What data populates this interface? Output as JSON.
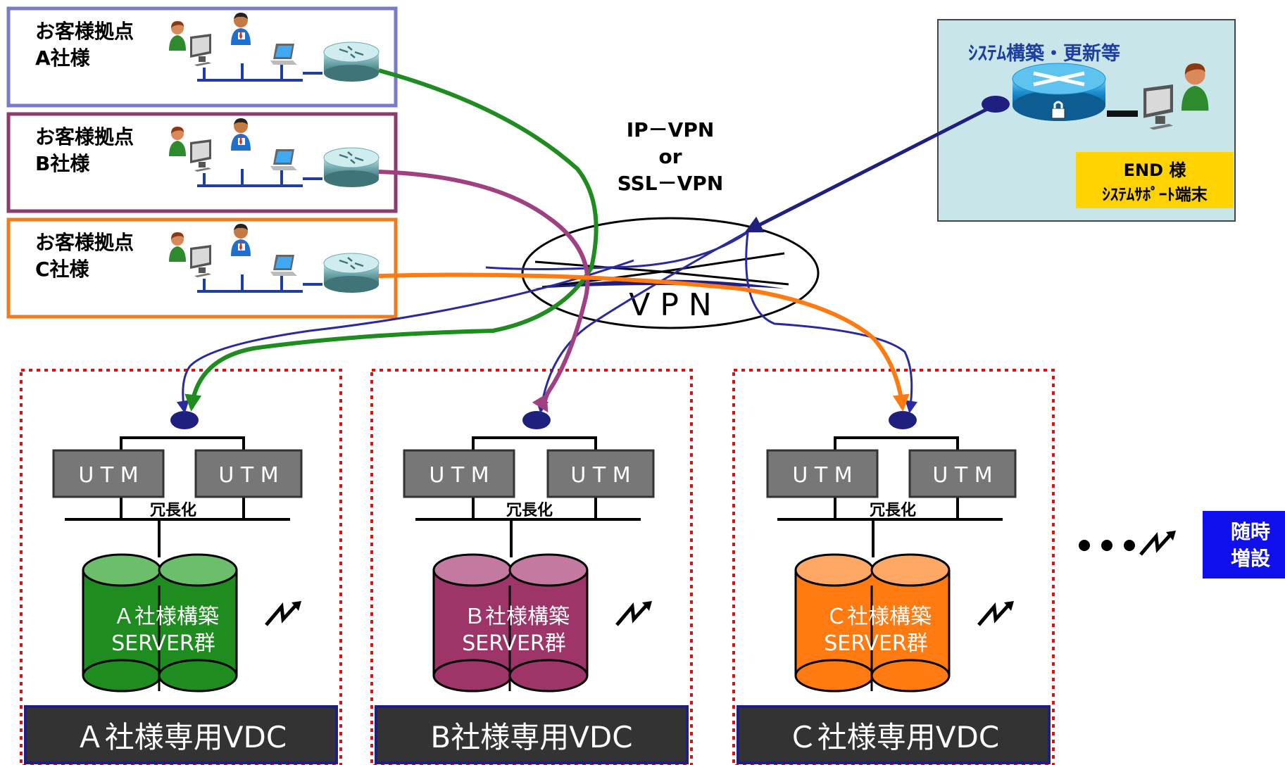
{
  "colors": {
    "site_a": "#7a7acc",
    "site_b": "#8b3a72",
    "site_c": "#f07a1e",
    "line_a": "#1e8c1e",
    "line_b": "#a04080",
    "line_c": "#ff7a10",
    "line_admin": "#1f1f80",
    "vdc_border": "#e01010",
    "utm_fill": "#777777",
    "footer_fill": "#333333",
    "db_a": "#1e8c1e",
    "db_b": "#9e3568",
    "db_c": "#ff7a10",
    "admin_bg": "#c8e6ea",
    "end_label_bg": "#ffd200",
    "add_box_bg": "#1010ee"
  },
  "sites": [
    {
      "line1": "お客様拠点",
      "line2": "A社様"
    },
    {
      "line1": "お客様拠点",
      "line2": "B社様"
    },
    {
      "line1": "お客様拠点",
      "line2": "C社様"
    }
  ],
  "vpn": {
    "label_line1": "IP－VPN",
    "label_line2": "or",
    "label_line3": "SSL－VPN",
    "cloud_label": "V P N"
  },
  "admin": {
    "title": "ｼｽﾃﾑ構築・更新等",
    "end_line1": "END 様",
    "end_line2": "ｼｽﾃﾑｻﾎﾟｰﾄ端末"
  },
  "vdcs": [
    {
      "utm_left": "U T M",
      "utm_right": "U T M",
      "redundancy": "冗長化",
      "db_line1": "Ａ社様構築",
      "db_line2": "SERVER群",
      "footer": "Ａ社様専用VDC"
    },
    {
      "utm_left": "U T M",
      "utm_right": "U T M",
      "redundancy": "冗長化",
      "db_line1": "Ｂ社様構築",
      "db_line2": "SERVER群",
      "footer": "B社様専用VDC"
    },
    {
      "utm_left": "U T M",
      "utm_right": "U T M",
      "redundancy": "冗長化",
      "db_line1": "Ｃ社様構築",
      "db_line2": "SERVER群",
      "footer": "Ｃ社様専用VDC"
    }
  ],
  "add": {
    "line1": "随時",
    "line2": "増設"
  }
}
